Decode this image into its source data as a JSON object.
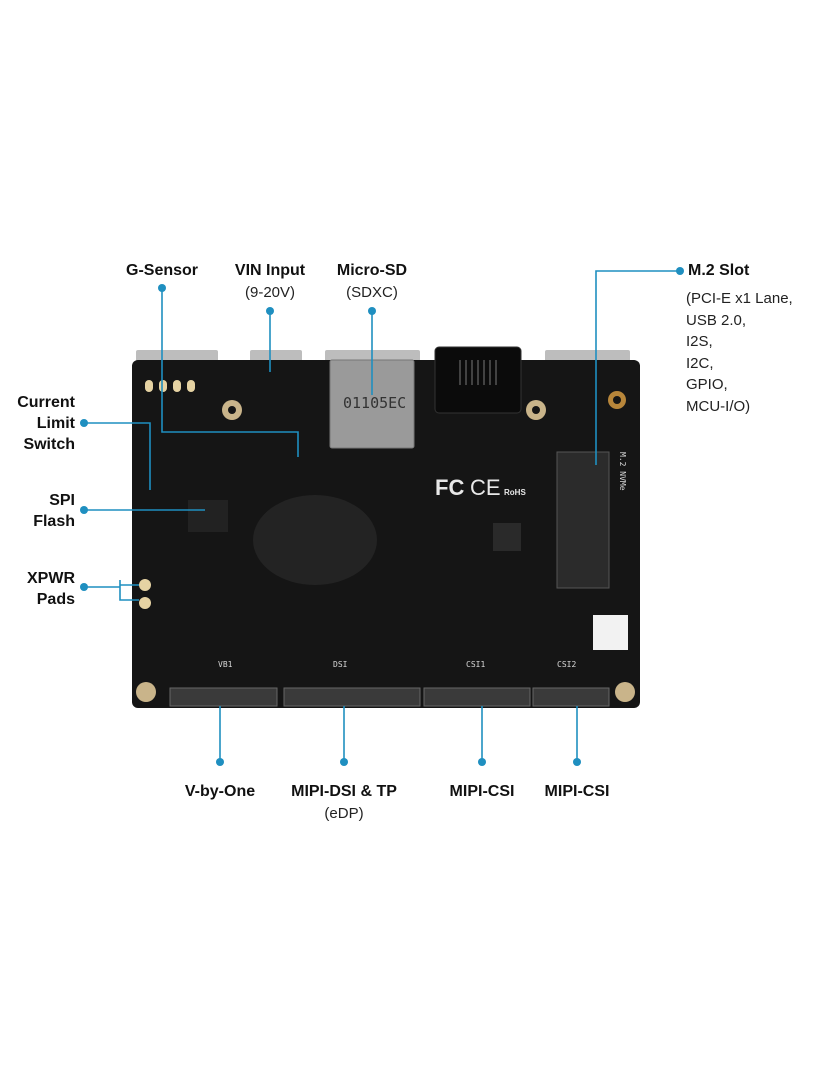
{
  "callouts": {
    "g_sensor": {
      "title": "G-Sensor"
    },
    "vin_input": {
      "title": "VIN Input",
      "sub": "(9-20V)"
    },
    "micro_sd": {
      "title": "Micro-SD",
      "sub": "(SDXC)"
    },
    "m2_slot": {
      "title": "M.2 Slot",
      "lines": [
        "(PCI-E x1 Lane,",
        "USB 2.0,",
        "I2S,",
        "I2C,",
        "GPIO,",
        "MCU-I/O)"
      ]
    },
    "current_limit": {
      "lines": [
        "Current",
        "Limit",
        "Switch"
      ]
    },
    "spi_flash": {
      "lines": [
        "SPI",
        "Flash"
      ]
    },
    "xpwr": {
      "lines": [
        "XPWR",
        "Pads"
      ]
    },
    "v_by_one": {
      "title": "V-by-One"
    },
    "mipi_dsi": {
      "title": "MIPI-DSI & TP",
      "sub": "(eDP)"
    },
    "mipi_csi1": {
      "title": "MIPI-CSI"
    },
    "mipi_csi2": {
      "title": "MIPI-CSI"
    }
  },
  "board_silk": {
    "vb1": "VB1",
    "dsi": "DSI",
    "csi1": "CSI1",
    "csi2": "CSI2",
    "m2": "M.2 NVMe",
    "sd_code": "01105EC",
    "fc": "FC",
    "ce": "CE",
    "rohs": "RoHS"
  },
  "colors": {
    "callout": "#1f8fc0",
    "board": "#151515"
  }
}
